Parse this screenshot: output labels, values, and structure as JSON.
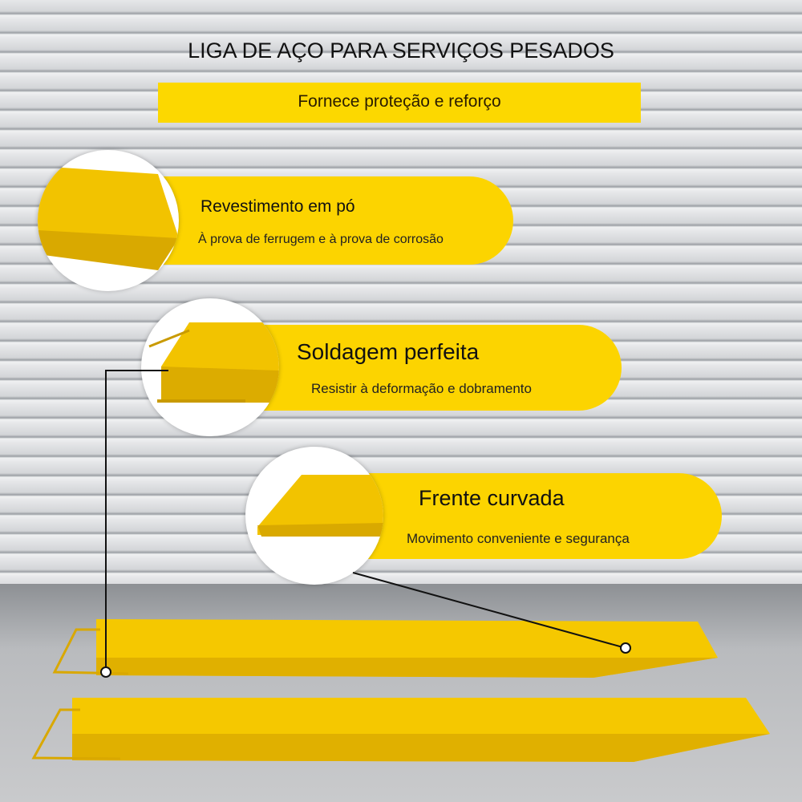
{
  "header": {
    "title": "LIGA DE AÇO PARA SERVIÇOS PESADOS",
    "subtitle": "Fornece proteção e reforço"
  },
  "features": [
    {
      "title": "Revestimento em pó",
      "desc": "À prova de ferrugem e à prova de corrosão"
    },
    {
      "title": "Soldagem perfeita",
      "desc": "Resistir à deformação e dobramento"
    },
    {
      "title": "Frente curvada",
      "desc": "Movimento conveniente e segurança"
    }
  ],
  "colors": {
    "yellow": "#fcd400"
  }
}
